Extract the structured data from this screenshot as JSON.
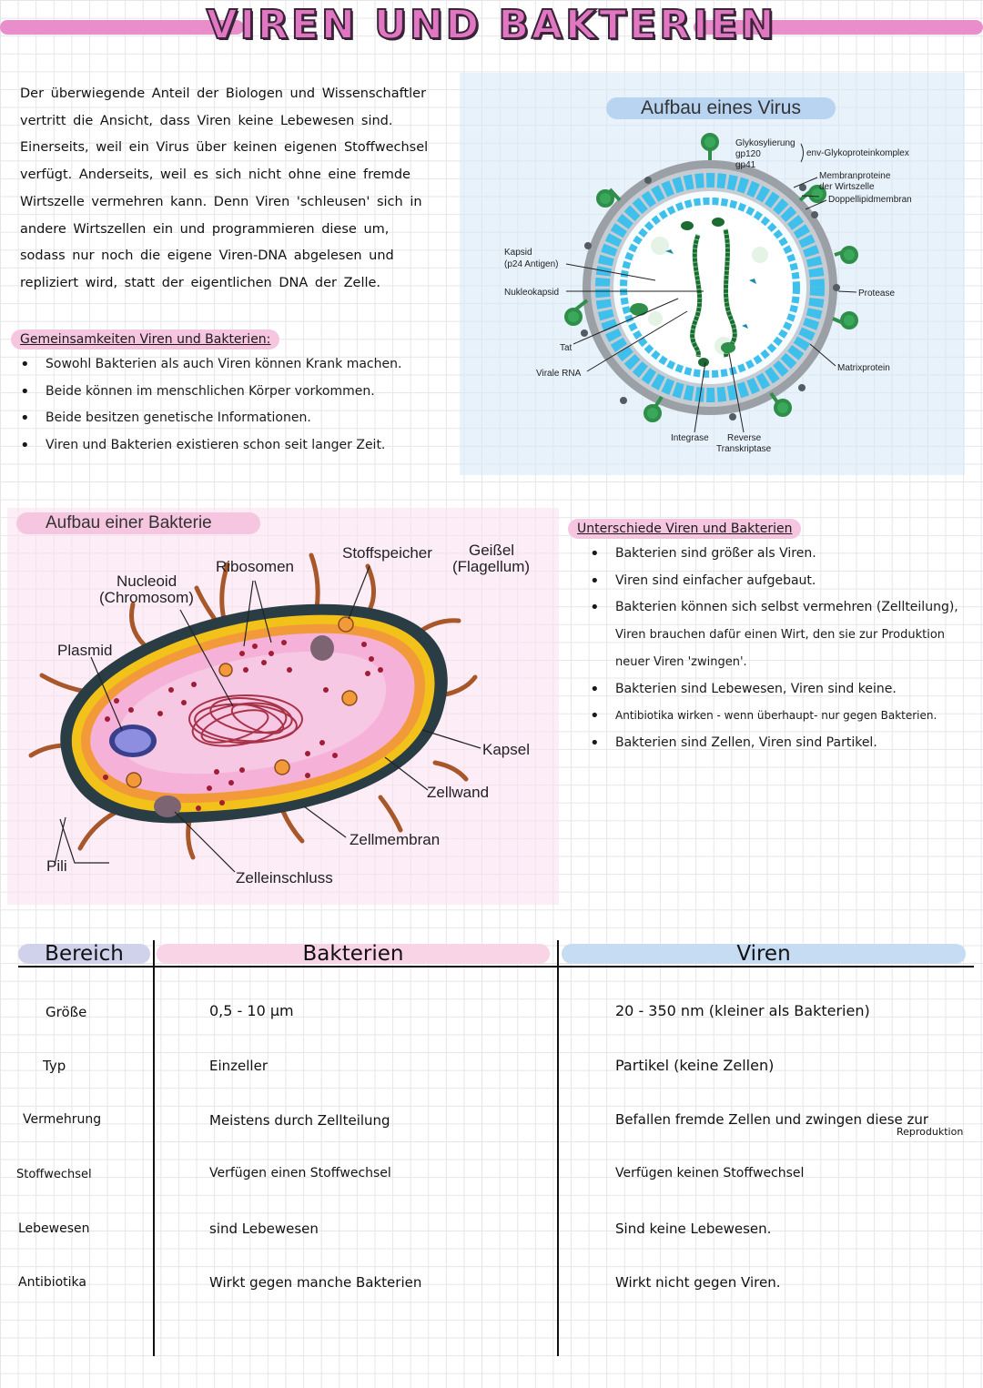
{
  "title": "VIREN UND BAKTERIEN",
  "colors": {
    "pink": "#e98ecb",
    "light_pink": "#f6c6e0",
    "light_blue": "#bcd7f1",
    "lavender": "#d0d2ec",
    "virus_green": "#2f8f4a",
    "virus_blue": "#40c0ec"
  },
  "intro": [
    "Der überwiegende Anteil der Biologen und Wissenschaftler",
    "vertritt die Ansicht, dass Viren keine Lebewesen sind.",
    "Einerseits, weil ein Virus über keinen eigenen Stoffwechsel",
    "verfügt. Anderseits, weil es sich nicht ohne eine fremde",
    "Wirtszelle vermehren kann. Denn Viren 'schleusen' sich in",
    "andere Wirtszellen ein und programmieren diese um,",
    "sodass nur noch die eigene Viren-DNA abgelesen und",
    "repliziert wird, statt der eigentlichen DNA der Zelle."
  ],
  "common": {
    "heading": "Gemeinsamkeiten Viren und Bakterien:",
    "items": [
      "Sowohl Bakterien als auch Viren können Krank machen.",
      "Beide können im menschlichen Körper vorkommen.",
      "Beide besitzen genetische Informationen.",
      "Viren und Bakterien existieren schon seit langer Zeit."
    ]
  },
  "virus": {
    "title": "Aufbau eines Virus",
    "labels": {
      "glyco": "Glykosylierung",
      "gp120": "gp120",
      "gp41": "gp41",
      "env": "env-Glykoproteinkomplex",
      "membranproteine": "Membranproteine",
      "wirtszelle": "der Wirtszelle",
      "doppel": "Doppellipidmembran",
      "kapsid": "Kapsid",
      "p24": "(p24 Antigen)",
      "nukleokapsid": "Nukleokapsid",
      "protease": "Protease",
      "tat": "Tat",
      "virale_rna": "Virale RNA",
      "matrix": "Matrixprotein",
      "integrase": "Integrase",
      "reverse": "Reverse",
      "transkriptase": "Transkriptase"
    }
  },
  "bacteria": {
    "title": "Aufbau einer Bakterie",
    "labels": {
      "stoffspeicher": "Stoffspeicher",
      "geissel": "Geißel",
      "flagellum": "(Flagellum)",
      "ribosomen": "Ribosomen",
      "nucleoid": "Nucleoid",
      "chromosom": "(Chromosom)",
      "plasmid": "Plasmid",
      "kapsel": "Kapsel",
      "zellwand": "Zellwand",
      "zellmembran": "Zellmembran",
      "pili": "Pili",
      "zelleinschluss": "Zelleinschluss"
    }
  },
  "differences": {
    "heading": "Unterschiede Viren und Bakterien",
    "items": [
      "Bakterien sind größer als Viren.",
      "Viren sind einfacher aufgebaut.",
      "Bakterien können sich selbst vermehren (Zellteilung),",
      "Bakterien sind Lebewesen, Viren sind keine.",
      "Antibiotika wirken - wenn überhaupt- nur gegen Bakterien.",
      "Bakterien sind Zellen, Viren sind Partikel."
    ],
    "continuation": [
      "Viren brauchen dafür einen Wirt, den sie zur Produktion",
      "neuer Viren 'zwingen'."
    ]
  },
  "table": {
    "headers": [
      "Bereich",
      "Bakterien",
      "Viren"
    ],
    "rows": [
      {
        "label": "Größe",
        "bakterien": "0,5 - 10 µm",
        "viren": "20 - 350 nm (kleiner als Bakterien)"
      },
      {
        "label": "Typ",
        "bakterien": "Einzeller",
        "viren": "Partikel (keine Zellen)"
      },
      {
        "label": "Vermehrung",
        "bakterien": "Meistens durch Zellteilung",
        "viren": "Befallen fremde Zellen und zwingen diese zur",
        "viren_2": "Reproduktion"
      },
      {
        "label": "Stoffwechsel",
        "bakterien": "Verfügen einen Stoffwechsel",
        "viren": "Verfügen keinen Stoffwechsel"
      },
      {
        "label": "Lebewesen",
        "bakterien": "sind Lebewesen",
        "viren": "Sind keine Lebewesen."
      },
      {
        "label": "Antibiotika",
        "bakterien": "Wirkt gegen manche Bakterien",
        "viren": "Wirkt nicht gegen Viren."
      }
    ]
  }
}
